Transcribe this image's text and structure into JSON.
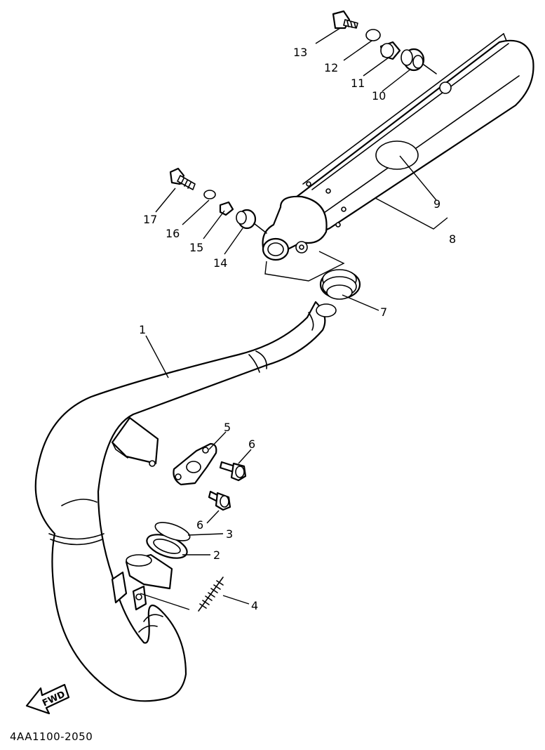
{
  "callouts": {
    "c1": "1",
    "c2": "2",
    "c3": "3",
    "c4": "4",
    "c5": "5",
    "c6a": "6",
    "c6b": "6",
    "c7": "7",
    "c8": "8",
    "c9": "9",
    "c10": "10",
    "c11": "11",
    "c12": "12",
    "c13": "13",
    "c14": "14",
    "c15": "15",
    "c16": "16",
    "c17": "17"
  },
  "fwd_label": "FWD",
  "diagram_code": "4AA1100-2050"
}
